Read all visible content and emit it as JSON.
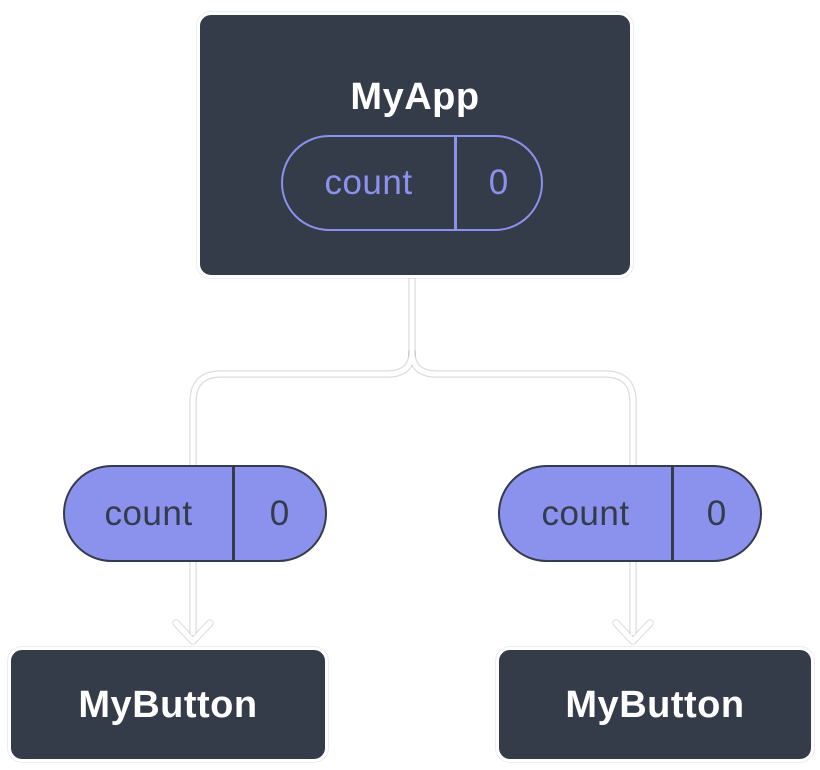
{
  "diagram": {
    "root": {
      "title": "MyApp",
      "state": {
        "name": "count",
        "value": "0"
      }
    },
    "children": [
      {
        "pill": {
          "name": "count",
          "value": "0"
        },
        "title": "MyButton"
      },
      {
        "pill": {
          "name": "count",
          "value": "0"
        },
        "title": "MyButton"
      }
    ]
  },
  "colors": {
    "card_background": "#343B49",
    "accent_purple": "#8B92EE",
    "connector_line": "#FFFFFF",
    "card_text": "#FFFFFF"
  }
}
